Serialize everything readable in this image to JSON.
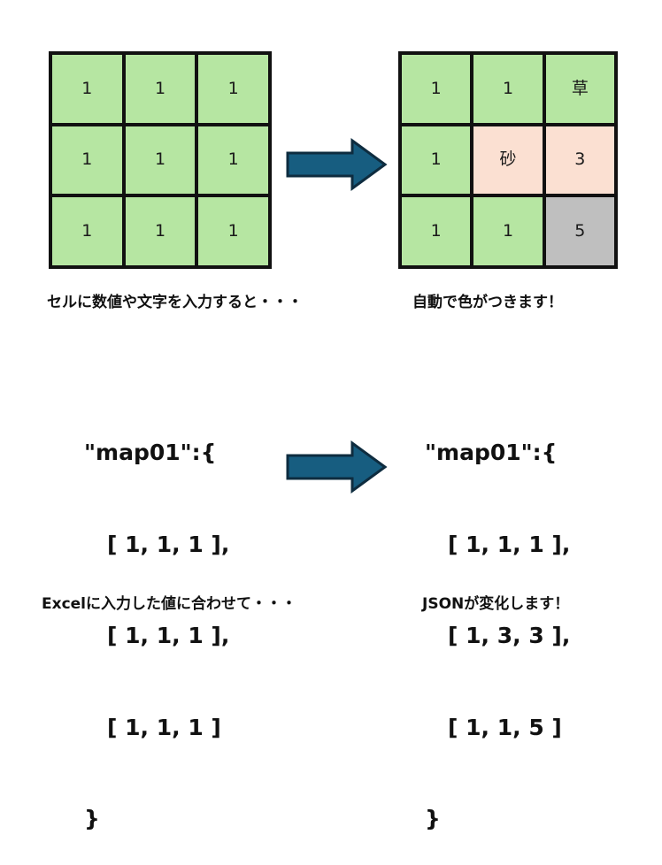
{
  "colors": {
    "grass_green": "#b6e6a2",
    "sand_pink": "#fbe0d2",
    "stone_gray": "#bfbfbf",
    "grid_line": "#111111",
    "arrow_fill": "#175d80",
    "arrow_stroke": "#0e2c3f",
    "text": "#111111",
    "background": "#ffffff"
  },
  "grid_before": {
    "title": "before-grid",
    "rows": 3,
    "cols": 3,
    "cells": [
      [
        {
          "value": "1",
          "fill": "green"
        },
        {
          "value": "1",
          "fill": "green"
        },
        {
          "value": "1",
          "fill": "green"
        }
      ],
      [
        {
          "value": "1",
          "fill": "green"
        },
        {
          "value": "1",
          "fill": "green"
        },
        {
          "value": "1",
          "fill": "green"
        }
      ],
      [
        {
          "value": "1",
          "fill": "green"
        },
        {
          "value": "1",
          "fill": "green"
        },
        {
          "value": "1",
          "fill": "green"
        }
      ]
    ]
  },
  "grid_after": {
    "title": "after-grid",
    "rows": 3,
    "cols": 3,
    "cells": [
      [
        {
          "value": "1",
          "fill": "green"
        },
        {
          "value": "1",
          "fill": "green"
        },
        {
          "value": "草",
          "fill": "green"
        }
      ],
      [
        {
          "value": "1",
          "fill": "green"
        },
        {
          "value": "砂",
          "fill": "pink"
        },
        {
          "value": "3",
          "fill": "pink"
        }
      ],
      [
        {
          "value": "1",
          "fill": "green"
        },
        {
          "value": "1",
          "fill": "green"
        },
        {
          "value": "5",
          "fill": "gray"
        }
      ]
    ]
  },
  "captions": {
    "top_left": "セルに数値や文字を入力すると・・・",
    "top_right": "自動で色がつきます！",
    "bottom_left": "Excelに入力した値に合わせて・・・",
    "bottom_right": "JSONが変化します！"
  },
  "json_before": {
    "line_0": "\"map01\":{",
    "line_1": "[ 1, 1, 1 ],",
    "line_2": "[ 1, 1, 1 ],",
    "line_3": "[ 1, 1, 1 ]",
    "line_4": "}"
  },
  "json_after": {
    "line_0": "\"map01\":{",
    "line_1": "[ 1, 1, 1 ],",
    "line_2": "[ 1, 3, 3 ],",
    "line_3": "[ 1, 1, 5 ]",
    "line_4": "}"
  },
  "arrows": {
    "top": "arrow-right-grid-transform",
    "bottom": "arrow-right-json-transform"
  }
}
